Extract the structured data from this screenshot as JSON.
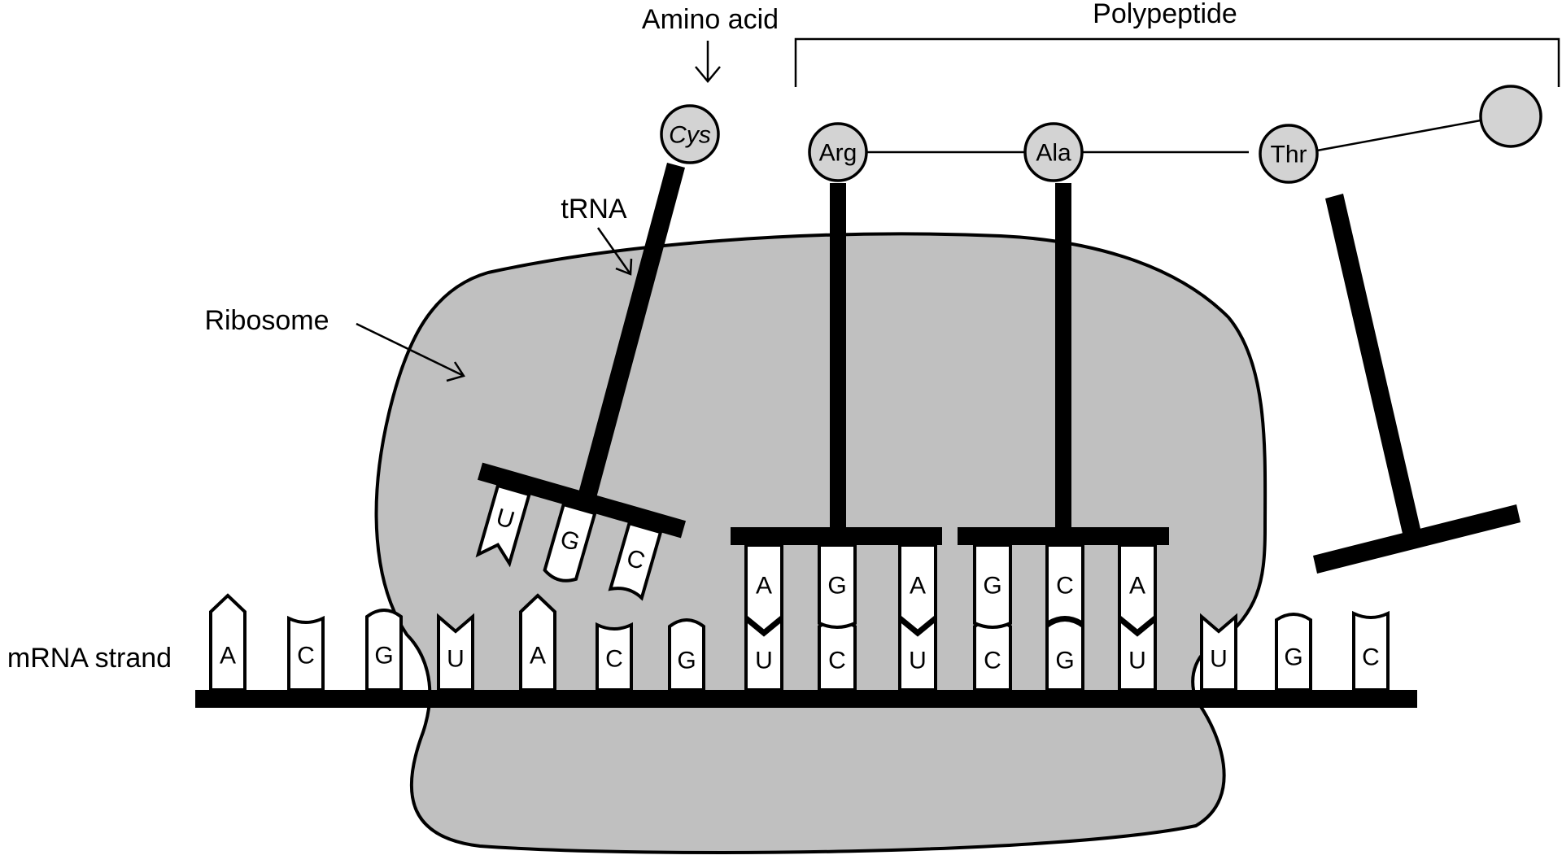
{
  "labels": {
    "amino_acid": "Amino acid",
    "polypeptide": "Polypeptide",
    "trna": "tRNA",
    "ribosome": "Ribosome",
    "mrna_strand": "mRNA strand"
  },
  "mrna_bases": [
    "A",
    "C",
    "G",
    "U",
    "A",
    "C",
    "G",
    "U",
    "C",
    "U",
    "C",
    "G",
    "U",
    "U",
    "G",
    "C"
  ],
  "incoming_trna": {
    "amino_acid": "Cys",
    "anticodon": [
      "U",
      "G",
      "C"
    ]
  },
  "bound_trnas": [
    {
      "amino_acid": "Arg",
      "anticodon": [
        "A",
        "G",
        "A"
      ]
    },
    {
      "amino_acid": "Ala",
      "anticodon": [
        "G",
        "C",
        "A"
      ]
    }
  ],
  "departing_amino_acid": "Thr",
  "unlabeled_amino_acid": "",
  "colors": {
    "ribosome": "#c0c0c0",
    "amino_acid": "#d3d3d3",
    "ink": "#000000"
  }
}
